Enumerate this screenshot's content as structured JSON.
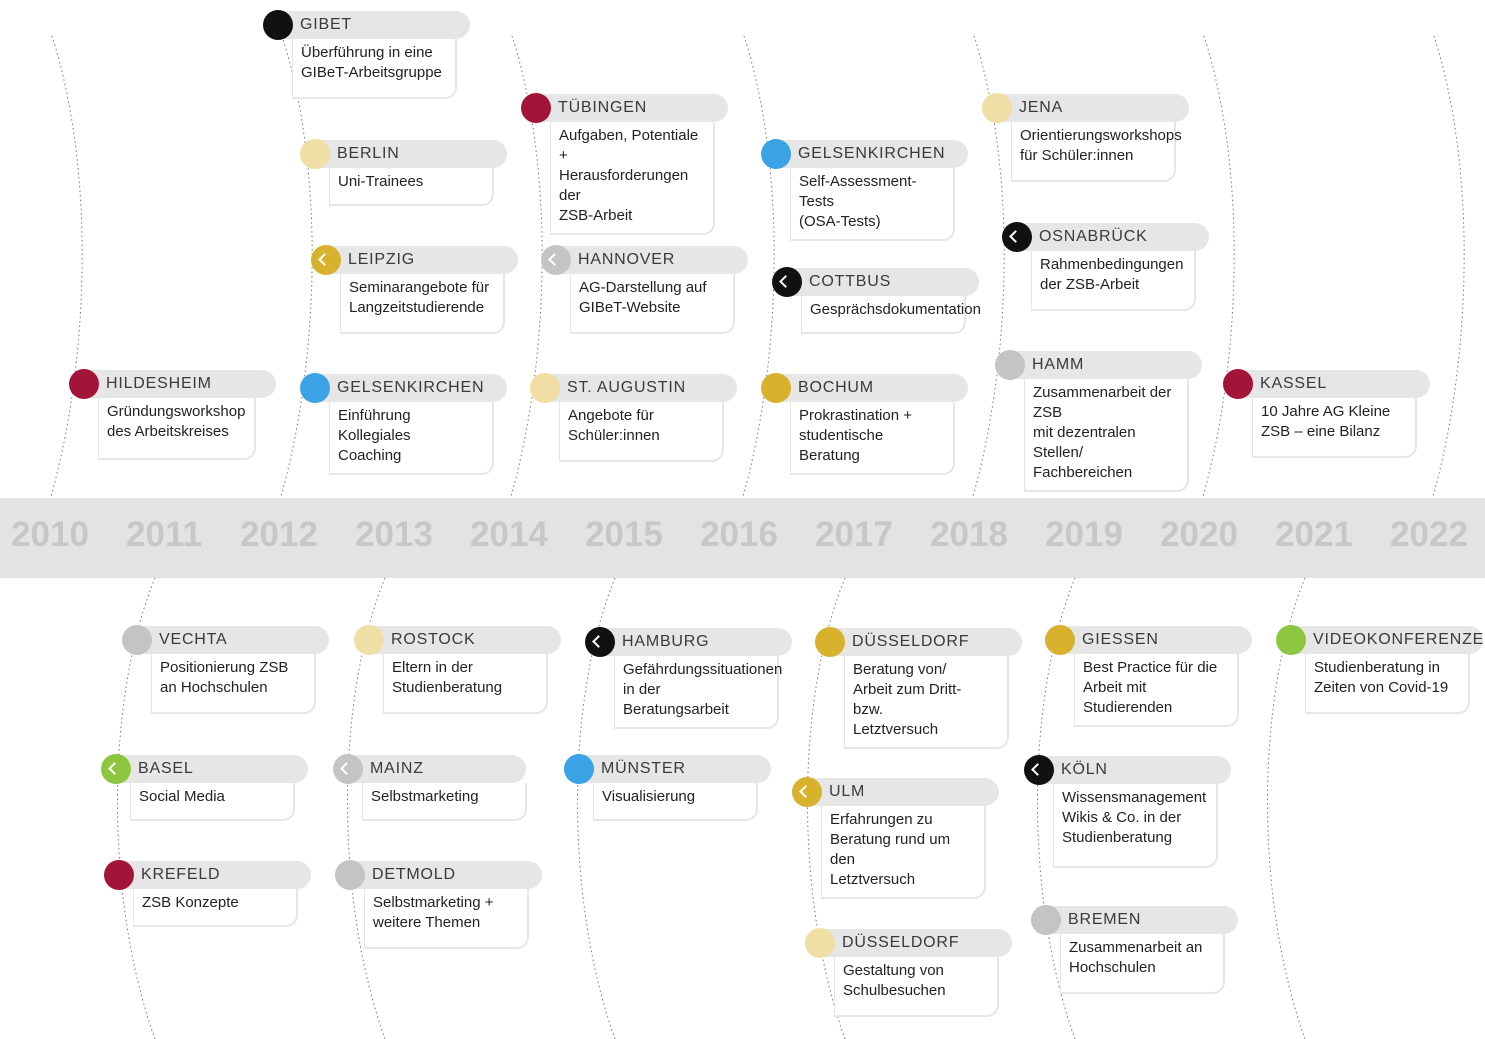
{
  "years": [
    "2010",
    "2011",
    "2012",
    "2013",
    "2014",
    "2015",
    "2016",
    "2017",
    "2018",
    "2019",
    "2020",
    "2021",
    "2022"
  ],
  "colors": {
    "crimson": "#a31538",
    "black": "#111111",
    "cream": "#efdfa4",
    "gold": "#d8b22d",
    "blue": "#3aa3e6",
    "gray": "#c4c4c4",
    "green": "#8dc63f",
    "band": "#e3e3e3",
    "year_text": "#c7c7c7"
  },
  "events": [
    {
      "city": "HILDESHEIM",
      "text": "Gründungsworkshop\ndes Arbeitskreises",
      "color": "crimson",
      "icon": "circle"
    },
    {
      "city": "GIBET",
      "text": "Überführung in eine\nGIBeT-Arbeitsgruppe",
      "color": "black",
      "icon": "circle"
    },
    {
      "city": "BERLIN",
      "text": "Uni-Trainees",
      "color": "cream",
      "icon": "circle"
    },
    {
      "city": "LEIPZIG",
      "text": "Seminarangebote für\nLangzeitstudierende",
      "color": "gold",
      "icon": "chevron-left-icon"
    },
    {
      "city": "GELSENKIRCHEN",
      "text": "Einführung Kollegiales\nCoaching",
      "color": "blue",
      "icon": "circle"
    },
    {
      "city": "TÜBINGEN",
      "text": "Aufgaben, Potentiale +\nHerausforderungen der\nZSB-Arbeit",
      "color": "crimson",
      "icon": "circle"
    },
    {
      "city": "HANNOVER",
      "text": "AG-Darstellung auf\nGIBeT-Website",
      "color": "gray",
      "icon": "chevron-left-icon"
    },
    {
      "city": "ST. AUGUSTIN",
      "text": "Angebote  für\nSchüler:innen",
      "color": "cream",
      "icon": "circle"
    },
    {
      "city": "GELSENKIRCHEN",
      "text": "Self-Assessment-Tests\n(OSA-Tests)",
      "color": "blue",
      "icon": "circle"
    },
    {
      "city": "COTTBUS",
      "text": "Gesprächsdokumentation",
      "color": "black",
      "icon": "chevron-left-icon"
    },
    {
      "city": "BOCHUM",
      "text": "Prokrastination +\nstudentische Beratung",
      "color": "gold",
      "icon": "circle"
    },
    {
      "city": "JENA",
      "text": "Orientierungsworkshops\nfür Schüler:innen",
      "color": "cream",
      "icon": "circle"
    },
    {
      "city": "OSNABRÜCK",
      "text": "Rahmenbedingungen\nder ZSB-Arbeit",
      "color": "black",
      "icon": "chevron-left-icon"
    },
    {
      "city": "HAMM",
      "text": "Zusammenarbeit der ZSB\nmit dezentralen Stellen/\nFachbereichen",
      "color": "gray",
      "icon": "circle"
    },
    {
      "city": "KASSEL",
      "text": "10 Jahre AG Kleine\nZSB – eine Bilanz",
      "color": "crimson",
      "icon": "circle"
    },
    {
      "city": "VECHTA",
      "text": "Positionierung ZSB\nan Hochschulen",
      "color": "gray",
      "icon": "circle"
    },
    {
      "city": "BASEL",
      "text": "Social Media",
      "color": "green",
      "icon": "chevron-left-icon"
    },
    {
      "city": "KREFELD",
      "text": "ZSB Konzepte",
      "color": "crimson",
      "icon": "circle"
    },
    {
      "city": "ROSTOCK",
      "text": "Eltern in der\nStudienberatung",
      "color": "cream",
      "icon": "circle"
    },
    {
      "city": "MAINZ",
      "text": "Selbstmarketing",
      "color": "gray",
      "icon": "chevron-left-icon"
    },
    {
      "city": "DETMOLD",
      "text": "Selbstmarketing +\nweitere Themen",
      "color": "gray",
      "icon": "circle"
    },
    {
      "city": "HAMBURG",
      "text": "Gefährdungssituationen\nin der Beratungsarbeit",
      "color": "black",
      "icon": "chevron-left-icon"
    },
    {
      "city": "MÜNSTER",
      "text": "Visualisierung",
      "color": "blue",
      "icon": "circle"
    },
    {
      "city": "DÜSSELDORF",
      "text": "Beratung von/\nArbeit zum Dritt- bzw.\nLetztversuch",
      "color": "gold",
      "icon": "circle"
    },
    {
      "city": "ULM",
      "text": "Erfahrungen zu\nBeratung rund um den\nLetztversuch",
      "color": "gold",
      "icon": "chevron-left-icon"
    },
    {
      "city": "DÜSSELDORF",
      "text": "Gestaltung von\nSchulbesuchen",
      "color": "cream",
      "icon": "circle"
    },
    {
      "city": "GIESSEN",
      "text": "Best Practice für die\nArbeit mit Studierenden",
      "color": "gold",
      "icon": "circle"
    },
    {
      "city": "KÖLN",
      "text": "Wissensmanagement\nWikis & Co. in der\nStudienberatung",
      "color": "black",
      "icon": "chevron-left-icon"
    },
    {
      "city": "BREMEN",
      "text": "Zusammenarbeit an\nHochschulen",
      "color": "gray",
      "icon": "circle"
    },
    {
      "city": "VIDEOKONFERENZEN",
      "text": "Studienberatung in\nZeiten von Covid-19",
      "color": "green",
      "icon": "circle"
    }
  ]
}
